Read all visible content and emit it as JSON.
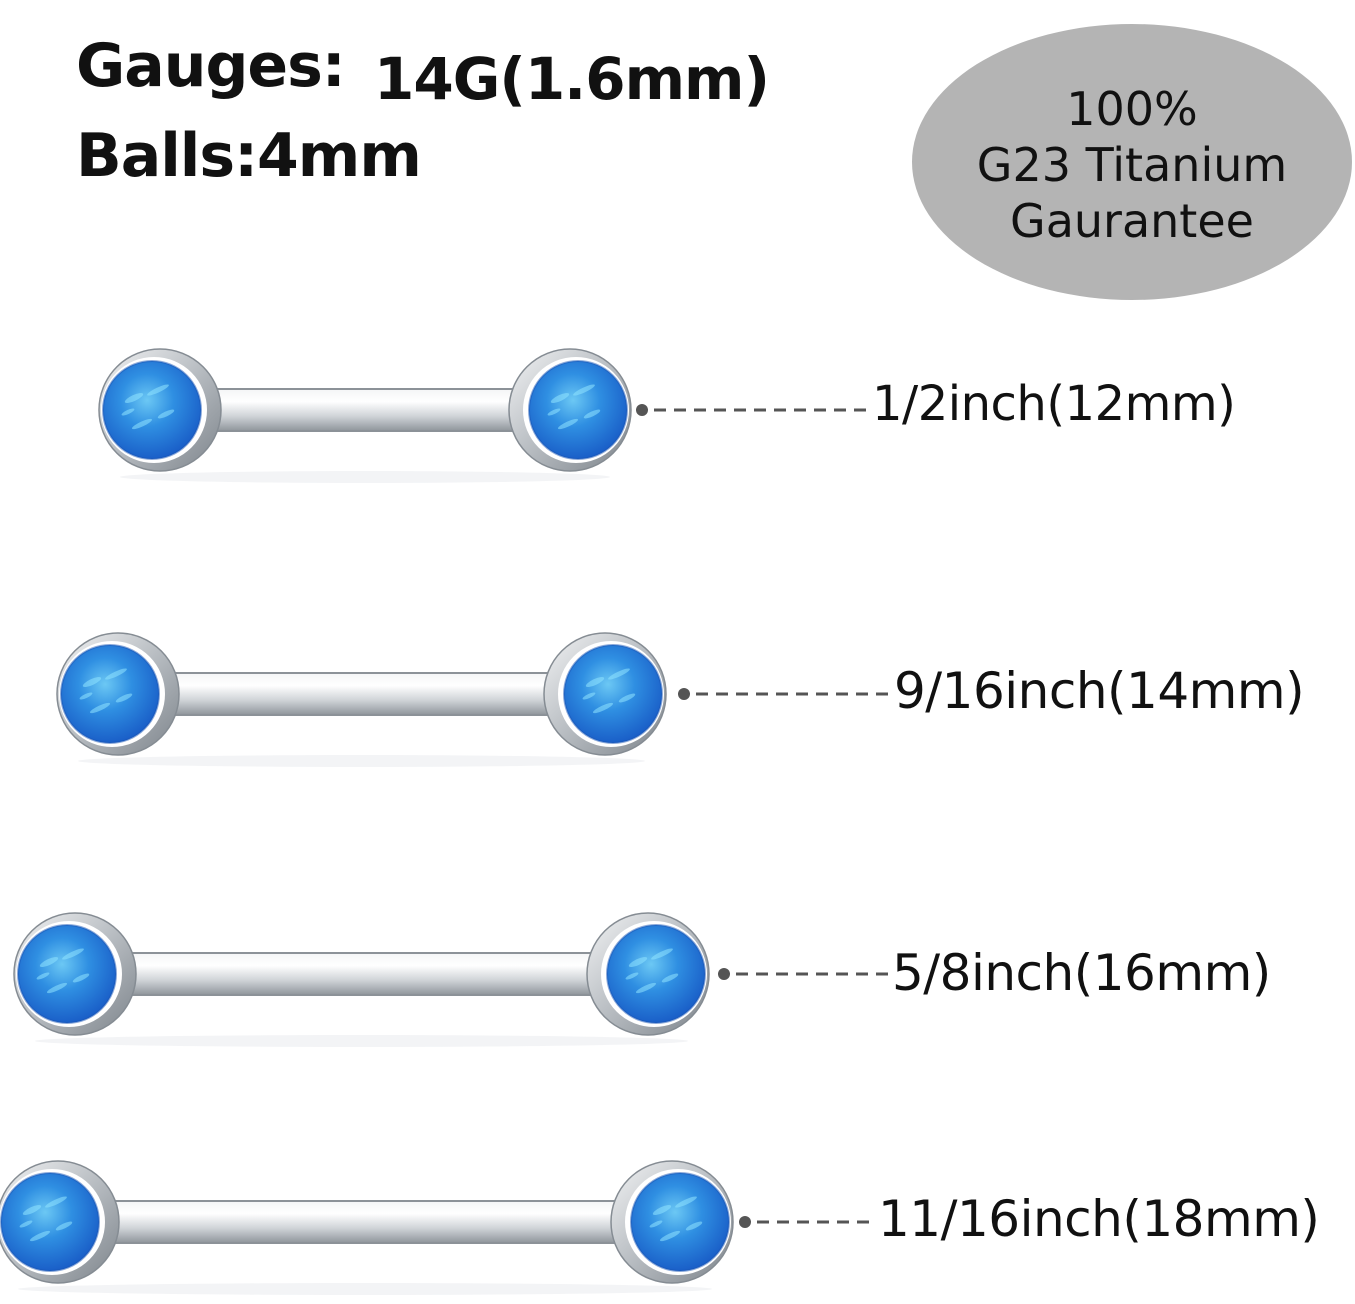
{
  "specs": {
    "gauges_label": "Gauges:",
    "gauges_value": "14G(1.6mm)",
    "balls": "Balls:4mm"
  },
  "badge": {
    "line1": "100%",
    "line2": "G23 Titanium",
    "line3": "Gaurantee",
    "color": "#b4b4b4"
  },
  "barbells": [
    {
      "label": "1/2inch(12mm)"
    },
    {
      "label": "9/16inch(14mm)"
    },
    {
      "label": "5/8inch(16mm)"
    },
    {
      "label": "11/16inch(18mm)"
    }
  ],
  "colors": {
    "opal": "#1f78d8",
    "opal_light": "#6cc8f4",
    "steel": "#d9dcdf",
    "dots": "#555555"
  }
}
